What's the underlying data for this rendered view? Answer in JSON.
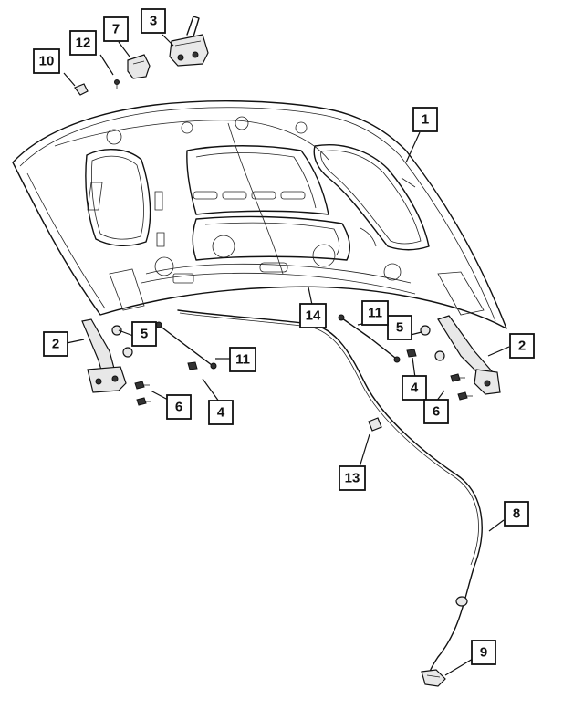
{
  "callouts": [
    {
      "id": "c1",
      "label": "1"
    },
    {
      "id": "c2a",
      "label": "2"
    },
    {
      "id": "c2b",
      "label": "2"
    },
    {
      "id": "c3",
      "label": "3"
    },
    {
      "id": "c4a",
      "label": "4"
    },
    {
      "id": "c4b",
      "label": "4"
    },
    {
      "id": "c5a",
      "label": "5"
    },
    {
      "id": "c5b",
      "label": "5"
    },
    {
      "id": "c6a",
      "label": "6"
    },
    {
      "id": "c6b",
      "label": "6"
    },
    {
      "id": "c7",
      "label": "7"
    },
    {
      "id": "c8",
      "label": "8"
    },
    {
      "id": "c9",
      "label": "9"
    },
    {
      "id": "c10",
      "label": "10"
    },
    {
      "id": "c11a",
      "label": "11"
    },
    {
      "id": "c11b",
      "label": "11"
    },
    {
      "id": "c12",
      "label": "12"
    },
    {
      "id": "c13",
      "label": "13"
    },
    {
      "id": "c14",
      "label": "14"
    }
  ]
}
